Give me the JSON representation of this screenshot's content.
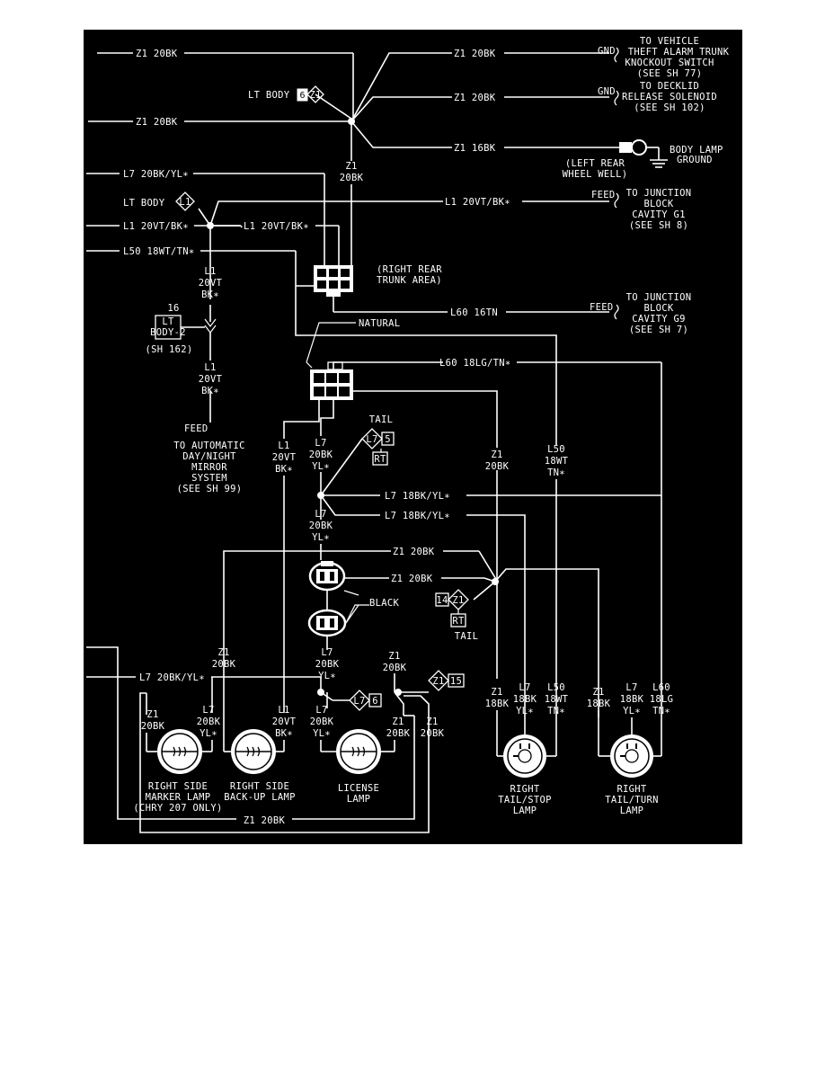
{
  "labels": {
    "z1_20bk_top_left": "Z1 20BK",
    "z1_20bk_left2": "Z1 20BK",
    "z1_20bk_right1": "Z1 20BK",
    "z1_20bk_right2": "Z1 20BK",
    "z1_16bk": "Z1 16BK",
    "lt_body_6": "LT BODY",
    "conn_6": "6",
    "conn_z1": "Z1",
    "gnd1": "GND",
    "gnd2": "GND",
    "to_vehicle": "TO VEHICLE",
    "theft_alarm": "THEFT ALARM TRUNK",
    "knockout": "KNOCKOUT SWITCH",
    "see_sh77": "(SEE SH 77)",
    "to_decklid": "TO DECKLID",
    "release_solenoid": "RELEASE SOLENOID",
    "see_sh102": "(SEE SH 102)",
    "body_lamp": "BODY LAMP",
    "ground": "GROUND",
    "left_rear": "(LEFT REAR",
    "wheel_well": "WHEEL WELL)",
    "z1_vert": "Z1",
    "z1_vert_20bk": "20BK",
    "l7_20bk_yl": "L7 20BK/YL∗",
    "lt_body_l1": "LT BODY",
    "conn_l1": "L1",
    "l1_20vt_bk_right": "L1 20VT/BK∗",
    "feed1": "FEED",
    "to_junction1": "TO JUNCTION",
    "block1": "BLOCK",
    "cavity_g1": "CAVITY G1",
    "see_sh8": "(SEE SH 8)",
    "l1_20vt_bk_left": "L1 20VT/BK∗",
    "l1_20vt_bk_mid": "L1 20VT/BK∗",
    "l50_18wt_tn": "L50 18WT/TN∗",
    "right_rear": "(RIGHT REAR",
    "trunk_area": "TRUNK AREA)",
    "l1_a": "L1",
    "20vt_a": "20VT",
    "bk_a": "BK∗",
    "conn16": "16",
    "lt_body2_a": "LT",
    "lt_body2_b": "BODY-2",
    "sh162": "(SH 162)",
    "natural": "NATURAL",
    "l60_16tn": "L60 16TN",
    "feed2": "FEED",
    "to_junction2": "TO JUNCTION",
    "block2": "BLOCK",
    "cavity_g9": "CAVITY G9",
    "see_sh7": "(SEE SH 7)",
    "l60_18lg_tn": "L60 18LG/TN∗",
    "l1_b": "L1",
    "20vt_b": "20VT",
    "bk_b": "BK∗",
    "feed3": "FEED",
    "to_auto": "TO AUTOMATIC",
    "day_night": "DAY/NIGHT",
    "mirror": "MIRROR",
    "system": "SYSTEM",
    "see_sh99": "(SEE SH 99)",
    "tail1": "TAIL",
    "conn_l7": "L7",
    "conn_5": "5",
    "rt1": "RT",
    "l1_c": "L1",
    "20vt_c": "20VT",
    "bk_c": "BK∗",
    "l7_a": "L7",
    "20bk_a": "20BK",
    "yl_a": "YL∗",
    "z1_a": "Z1",
    "20bk_za": "20BK",
    "l50_a": "L50",
    "18wt_a": "18WT",
    "tn_a": "TN∗",
    "l7_18bk_yl_1": "L7 18BK/YL∗",
    "l7_18bk_yl_2": "L7 18BK/YL∗",
    "l7_b": "L7",
    "20bk_b": "20BK",
    "yl_b": "YL∗",
    "z1_20bk_m1": "Z1 20BK",
    "z1_20bk_m2": "Z1 20BK",
    "conn14": "14",
    "conn_z1b": "Z1",
    "rt2": "RT",
    "tail2": "TAIL",
    "black": "BLACK",
    "z1_b": "Z1",
    "20bk_zb": "20BK",
    "l7_c": "L7",
    "20bk_c": "20BK",
    "yl_c": "YL∗",
    "z1_c": "Z1",
    "20bk_zc": "20BK",
    "conn_z1c": "Z1",
    "conn15": "15",
    "l7_20bk_yl_low": "L7 20BK/YL∗",
    "conn_l7b": "L7",
    "conn_6b": "6",
    "z1_d": "Z1",
    "20bk_zd": "20BK",
    "l7_d": "L7",
    "20bk_d": "20BK",
    "yl_d": "YL∗",
    "l1_d": "L1",
    "20vt_d": "20VT",
    "bk_d": "BK∗",
    "l7_e": "L7",
    "20bk_e": "20BK",
    "yl_e": "YL∗",
    "z1_e": "Z1",
    "20bk_ze": "20BK",
    "z1_f": "Z1",
    "20bk_zf": "20BK",
    "z1_g": "Z1",
    "18bk_g": "18BK",
    "l7_g": "L7",
    "18bk_lg": "18BK",
    "yl_g": "YL∗",
    "l50_g": "L50",
    "18wt_g": "18WT",
    "tn_g": "TN∗",
    "z1_h": "Z1",
    "18bk_h": "18BK",
    "l7_h": "L7",
    "18bk_lh": "18BK",
    "yl_h": "YL∗",
    "l60_h": "L60",
    "18lg_h": "18LG",
    "tn_h": "TN∗",
    "rs_marker1": "RIGHT SIDE",
    "rs_marker2": "MARKER LAMP",
    "rs_marker3": "(CHRY 207 ONLY)",
    "rs_backup1": "RIGHT SIDE",
    "rs_backup2": "BACK-UP LAMP",
    "license1": "LICENSE",
    "license2": "LAMP",
    "tailstop1": "RIGHT",
    "tailstop2": "TAIL/STOP",
    "tailstop3": "LAMP",
    "tailturn1": "RIGHT",
    "tailturn2": "TAIL/TURN",
    "tailturn3": "LAMP",
    "z1_20bk_bottom": "Z1 20BK"
  }
}
